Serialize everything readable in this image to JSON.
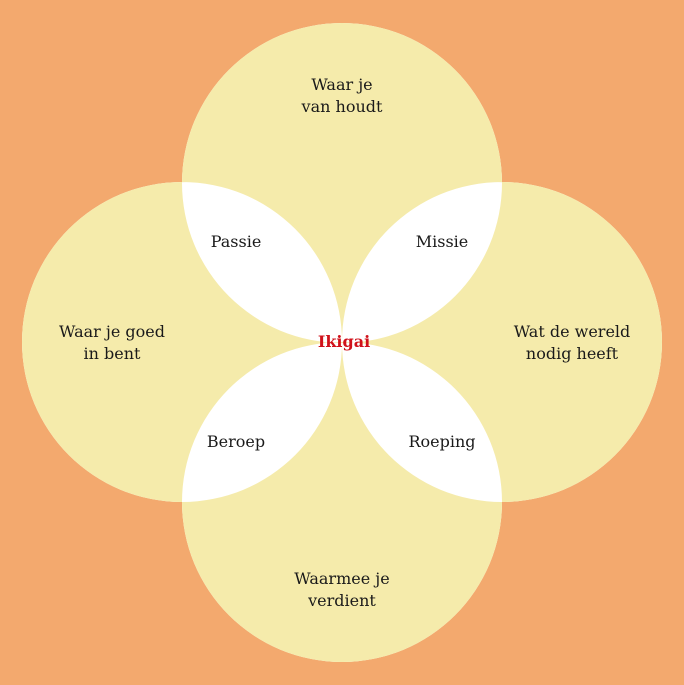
{
  "title": "Ikigai",
  "colors": {
    "background": "#F3A96E",
    "circle_fill": "#F5EBAB",
    "overlap_fill": "#FFFFFF",
    "center_text": "#D0121B",
    "text": "#1a1a1a"
  },
  "circles": [
    {
      "id": "top",
      "lines": [
        "Waar je",
        "van houdt"
      ]
    },
    {
      "id": "left",
      "lines": [
        "Waar je goed",
        "in bent"
      ]
    },
    {
      "id": "right",
      "lines": [
        "Wat de wereld",
        "nodig heeft"
      ]
    },
    {
      "id": "bottom",
      "lines": [
        "Waarmee je",
        "verdient"
      ]
    }
  ],
  "overlaps": {
    "top_left": "Passie",
    "top_right": "Missie",
    "bottom_left": "Beroep",
    "bottom_right": "Roeping"
  },
  "center": "Ikigai"
}
